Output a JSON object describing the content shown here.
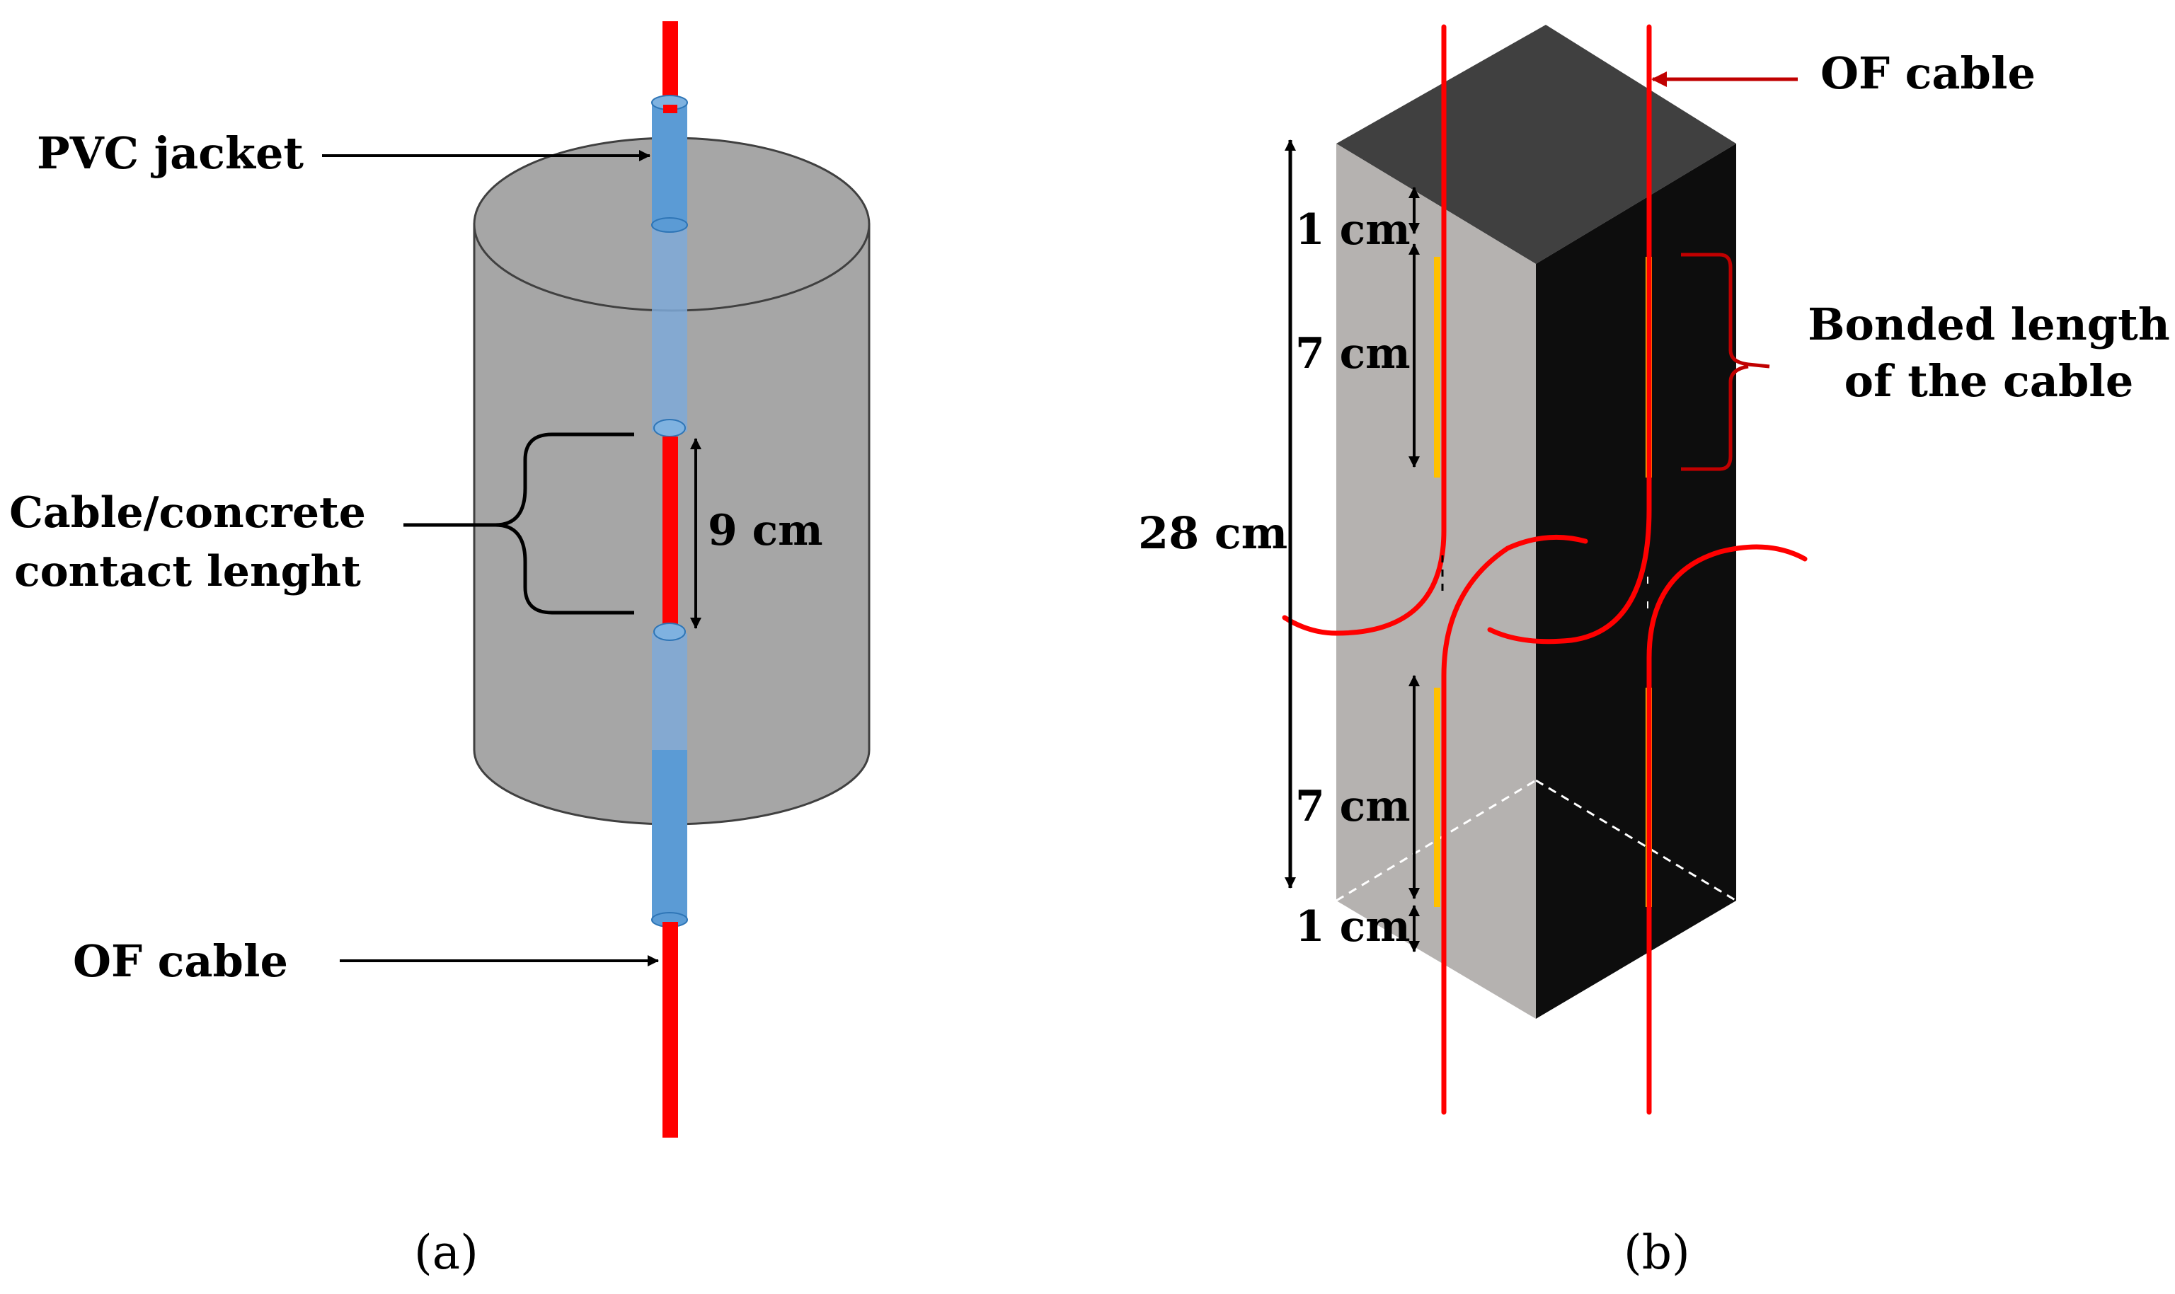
{
  "panel_a": {
    "caption": "(a)",
    "labels": {
      "pvc_jacket": "PVC jacket",
      "contact_line1": "Cable/concrete",
      "contact_line2": "contact lenght",
      "dimension": "9 cm",
      "of_cable": "OF cable"
    }
  },
  "panel_b": {
    "caption": "(b)",
    "labels": {
      "of_cable": "OF cable",
      "bonded_line1": "Bonded length",
      "bonded_line2": "of the cable",
      "total": "28 cm",
      "top_gap": "1 cm",
      "top_bond": "7 cm",
      "bottom_bond": "7 cm",
      "bottom_gap": "1 cm"
    }
  },
  "colors": {
    "cable": "#ff0000",
    "jacket": "#5b9bd5",
    "concrete": "#a6a6a6",
    "prism_light": "#b5b2b0",
    "prism_dark": "#0d0d0d",
    "prism_top": "#404040",
    "bond": "#ffc000",
    "bracket_red": "#c00000"
  }
}
